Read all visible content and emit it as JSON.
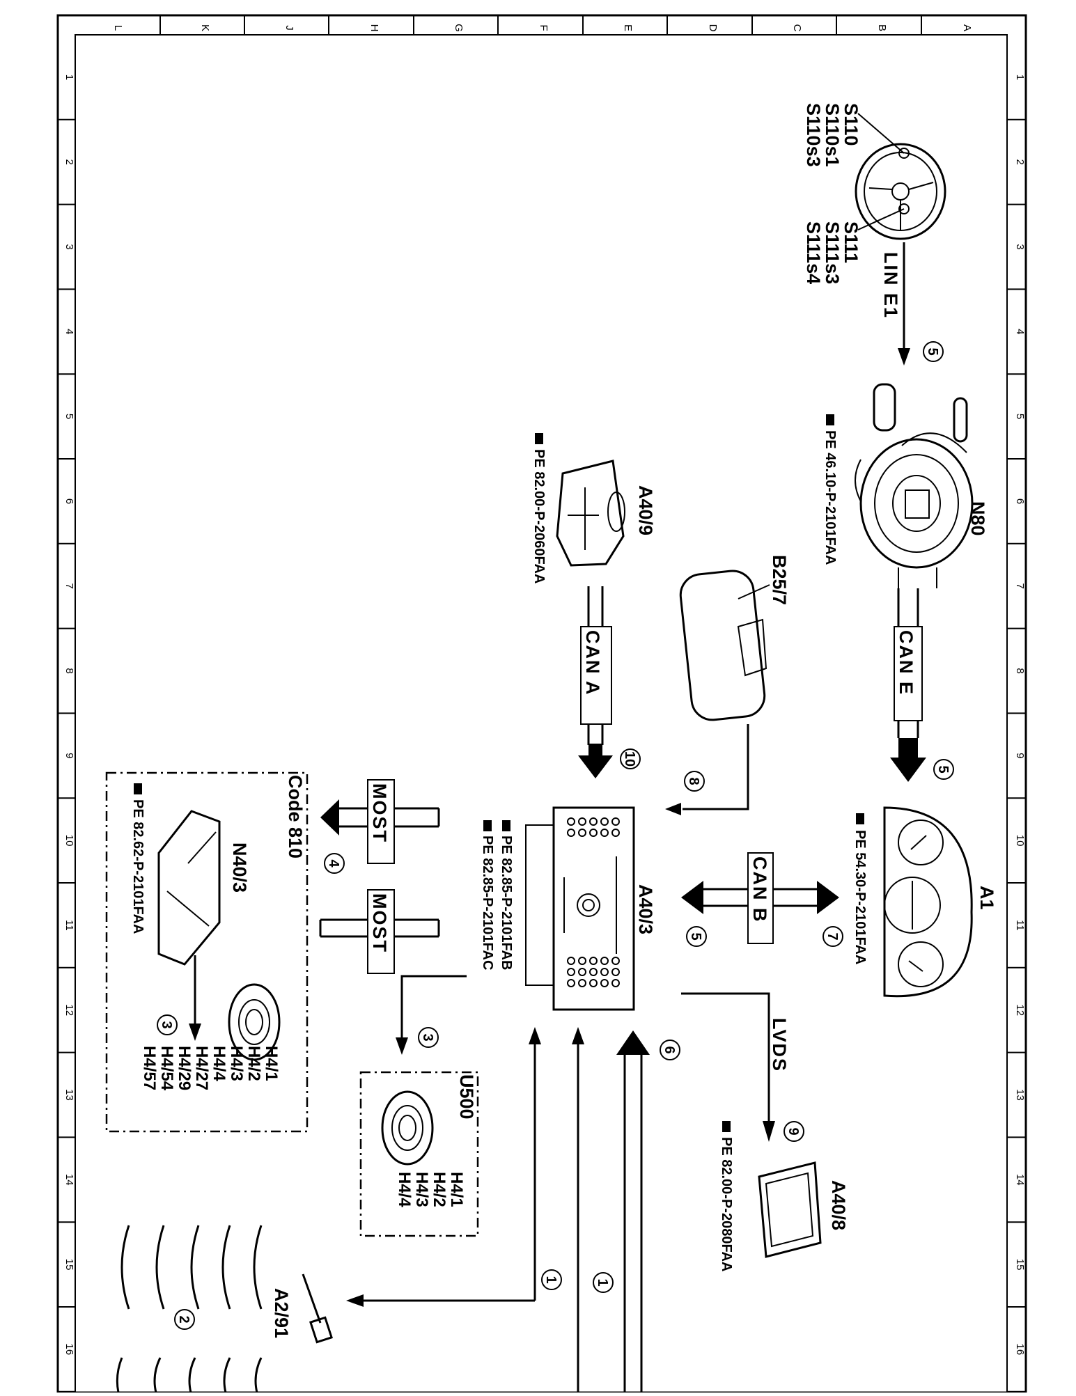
{
  "grid": {
    "column_labels": [
      "L",
      "K",
      "J",
      "H",
      "G",
      "F",
      "E",
      "D",
      "C",
      "B",
      "A"
    ],
    "row_labels": [
      "1",
      "2",
      "3",
      "4",
      "5",
      "6",
      "7",
      "8",
      "9",
      "10",
      "11",
      "12",
      "13",
      "14",
      "15",
      "16"
    ]
  },
  "components": {
    "steering_wheel": {
      "switches_left": [
        "S110",
        "S110s1",
        "S110s3"
      ],
      "switches_right": [
        "S111",
        "S111s3",
        "S111s4"
      ]
    },
    "n80": {
      "label": "N80",
      "ref": "PE 46.10-P-2101FAA"
    },
    "b25_7": {
      "label": "B25/7"
    },
    "a40_9": {
      "label": "A40/9",
      "ref": "PE 82.00-P-2060FAA"
    },
    "a1": {
      "label": "A1",
      "ref": "PE 54.30-P-2101FAA"
    },
    "a40_3": {
      "label": "A40/3",
      "ref1": "PE 82.85-P-2101FAB",
      "ref2": "PE 82.85-P-2101FAC"
    },
    "a40_8": {
      "label": "A40/8",
      "ref": "PE 82.00-P-2080FAA"
    },
    "n40_3": {
      "label": "N40/3",
      "ref": "PE 82.62-P-2101FAA",
      "code": "Code 810",
      "speakers": [
        "H4/1",
        "H4/2",
        "H4/3",
        "H4/4",
        "H4/27",
        "H4/29",
        "H4/54",
        "H4/57"
      ]
    },
    "u500": {
      "label": "U500",
      "speakers": [
        "H4/1",
        "H4/2",
        "H4/3",
        "H4/4"
      ]
    },
    "a2_91": {
      "label": "A2/91"
    }
  },
  "buses": {
    "lin_e1": "LIN E1",
    "can_e": "CAN E",
    "can_a": "CAN A",
    "can_b": "CAN B",
    "most_1": "MOST",
    "most_2": "MOST",
    "lvds": "LVDS"
  },
  "callouts": {
    "c5_lin": "5",
    "c5_cane": "5",
    "c10": "10",
    "c8": "8",
    "c7": "7",
    "c5_canb": "5",
    "c4": "4",
    "c3_n40": "3",
    "c3_u500": "3",
    "c6": "6",
    "c9": "9",
    "c1_a": "1",
    "c1_b": "1",
    "c2": "2"
  }
}
